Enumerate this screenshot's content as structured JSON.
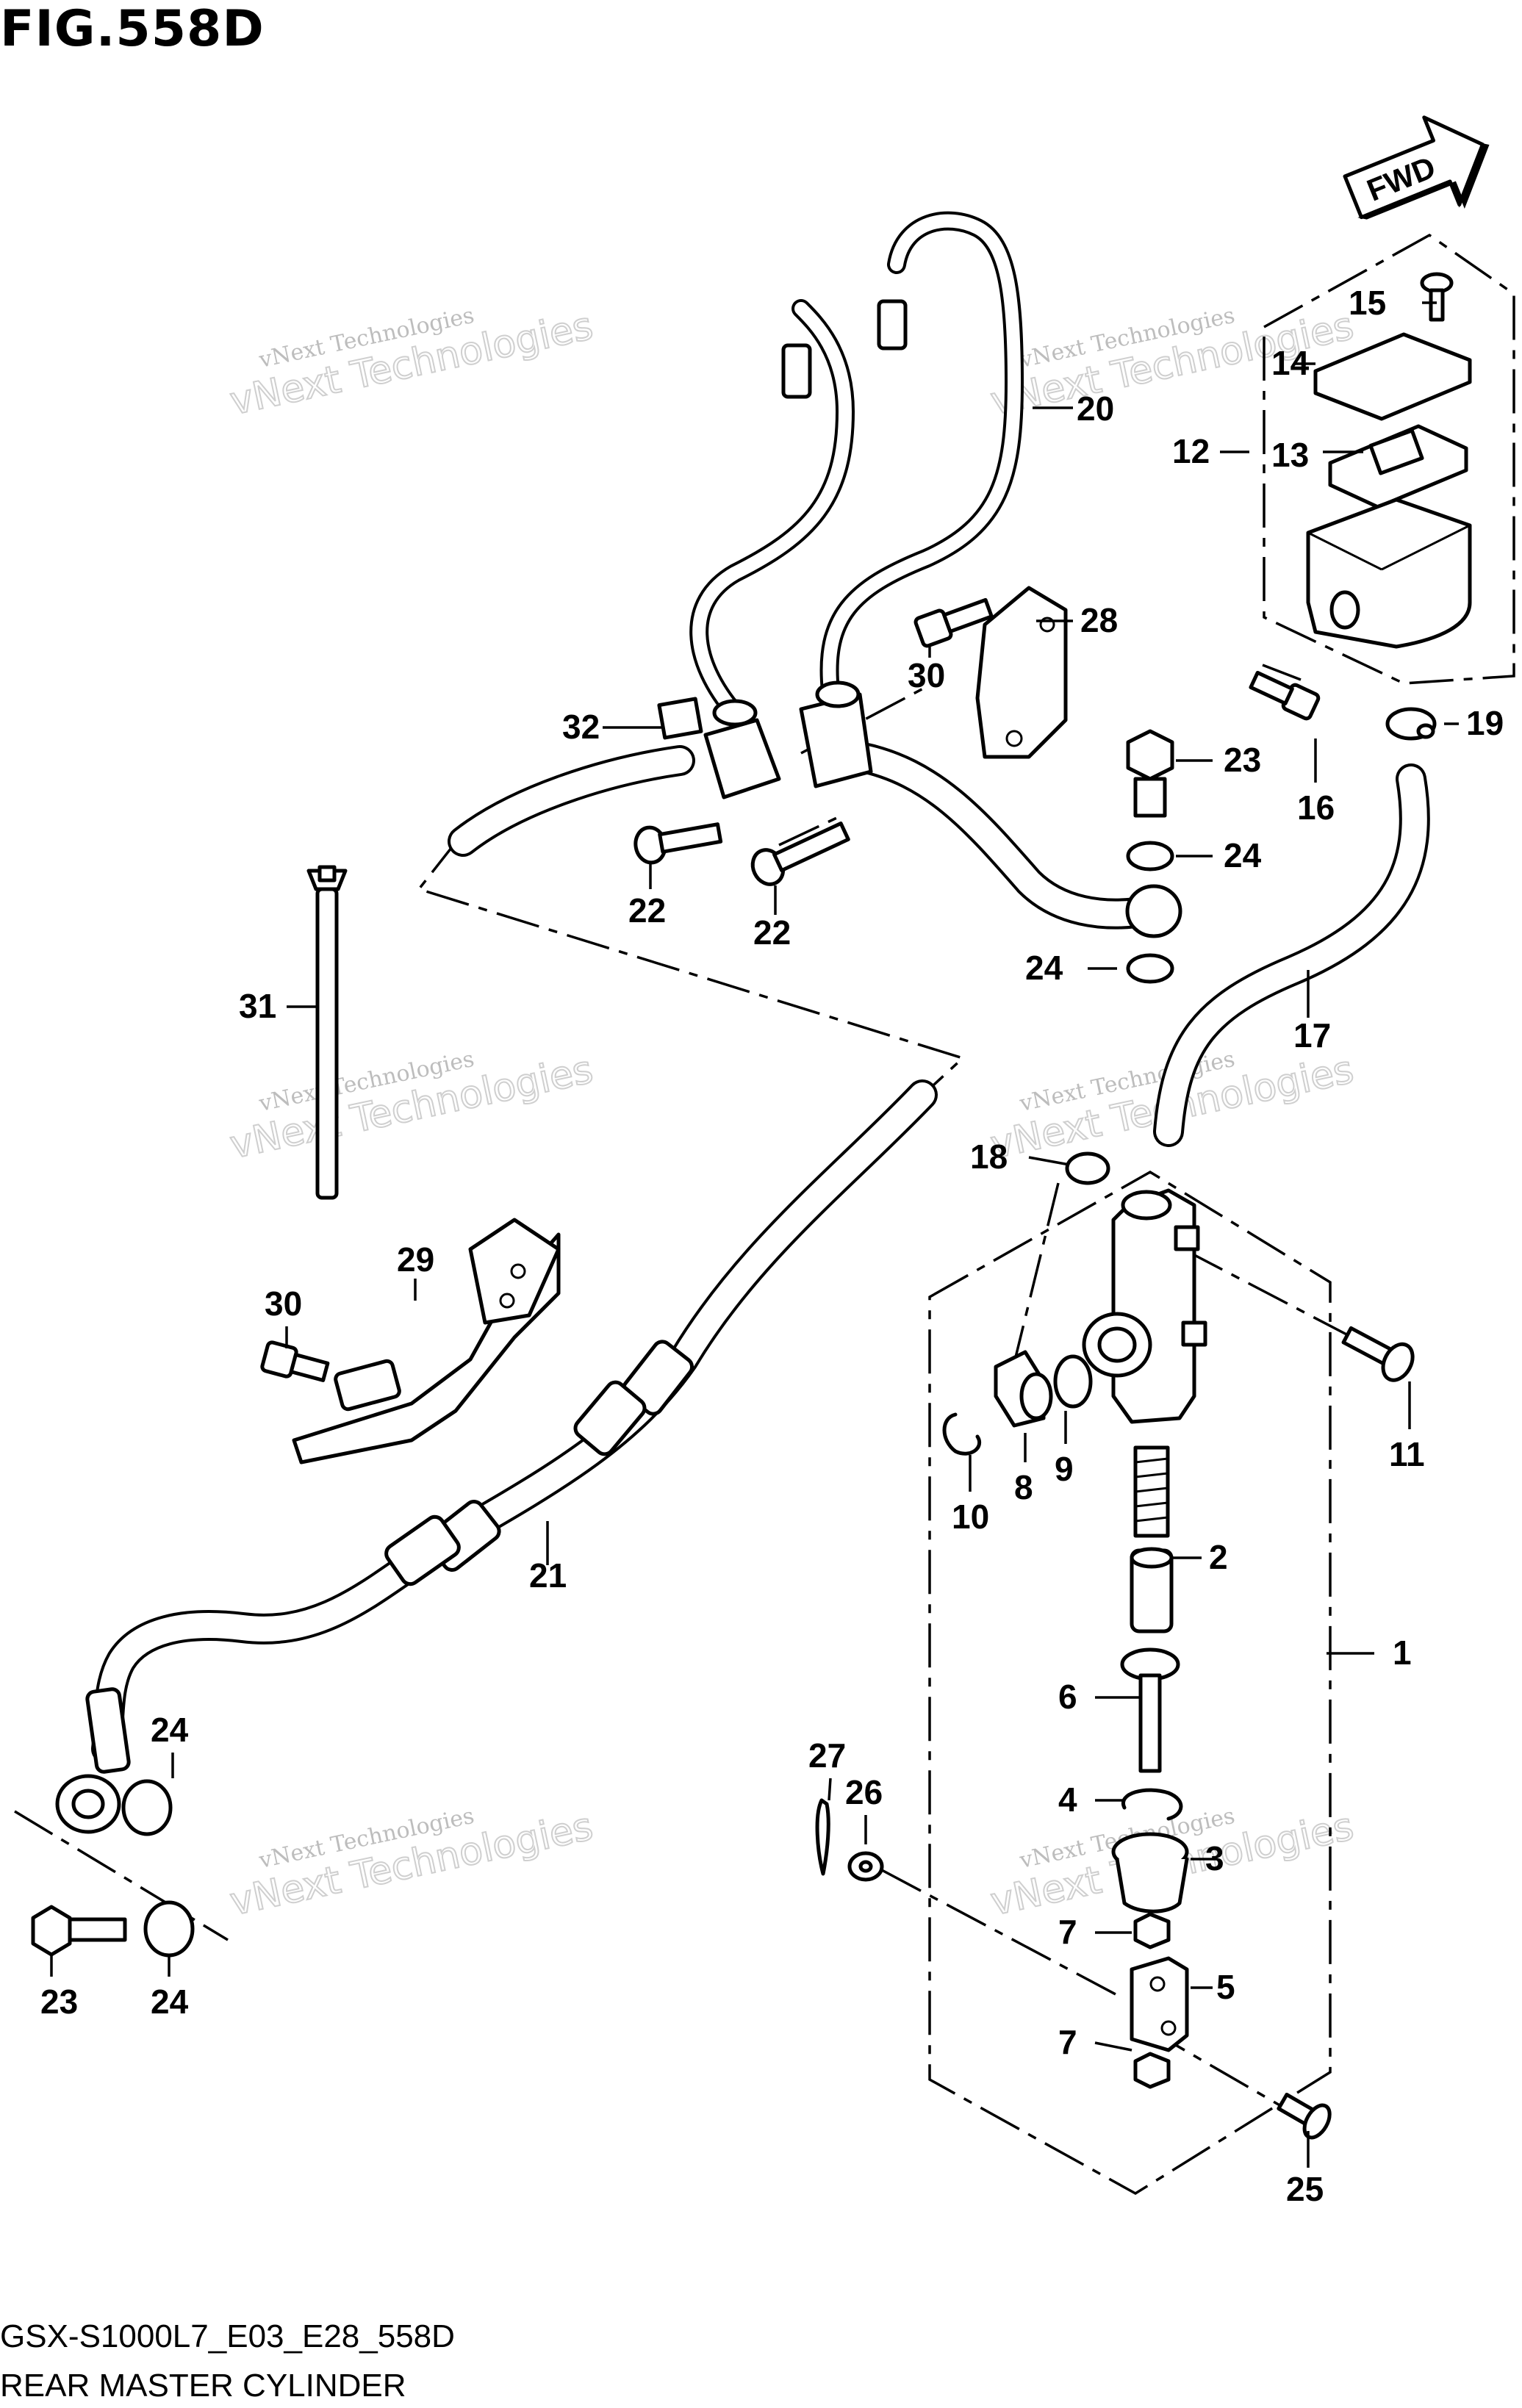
{
  "figure": {
    "title": "FIG.558D",
    "code": "GSX-S1000L7_E03_E28_558D",
    "name": "REAR MASTER CYLINDER"
  },
  "fwd_label": "FWD",
  "watermark": {
    "line1": "vNext Technologies",
    "line2": "vNext Technologies"
  },
  "callouts": [
    "1",
    "2",
    "3",
    "4",
    "5",
    "6",
    "7",
    "7",
    "8",
    "9",
    "10",
    "11",
    "12",
    "13",
    "14",
    "15",
    "16",
    "17",
    "18",
    "19",
    "20",
    "21",
    "22",
    "22",
    "23",
    "23",
    "24",
    "24",
    "24",
    "24",
    "25",
    "26",
    "27",
    "28",
    "29",
    "30",
    "30",
    "31",
    "32"
  ]
}
